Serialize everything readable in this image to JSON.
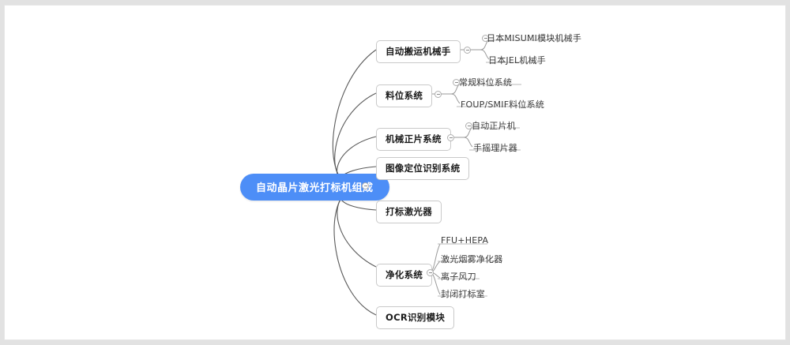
{
  "app": {
    "type": "mindmap",
    "background_color": "#e2e2e2",
    "canvas_color": "#ffffff"
  },
  "colors": {
    "root_fill": "#4d8ef7",
    "root_text": "#ffffff",
    "node_border": "#c9c9c9",
    "node_text": "#1b1b1b",
    "leaf_text": "#3a3a3a",
    "link_stroke": "#5a5a5a",
    "underline": "#b9b9b9"
  },
  "mindmap": {
    "root": {
      "label": "自动晶片激光打标机组成",
      "toggle": "collapse-toggle"
    },
    "branches": [
      {
        "label": "自动搬运机械手",
        "toggle": "collapse-toggle",
        "children": [
          {
            "label": "日本MISUMI模块机械手"
          },
          {
            "label": "日本JEL机械手"
          }
        ]
      },
      {
        "label": "料位系统",
        "toggle": "collapse-toggle",
        "children": [
          {
            "label": "常规料位系统"
          },
          {
            "label": "FOUP/SMIF料位系统"
          }
        ]
      },
      {
        "label": "机械正片系统",
        "toggle": "collapse-toggle",
        "children": [
          {
            "label": "自动正片机"
          },
          {
            "label": "手摇理片器"
          }
        ]
      },
      {
        "label": "图像定位识别系统",
        "children": []
      },
      {
        "label": "打标激光器",
        "children": []
      },
      {
        "label": "净化系统",
        "toggle": "collapse-toggle",
        "children": [
          {
            "label": "FFU+HEPA"
          },
          {
            "label": "激光烟雾净化器"
          },
          {
            "label": "离子风刀"
          },
          {
            "label": "封闭打标室"
          }
        ]
      },
      {
        "label": "OCR识别模块",
        "children": []
      }
    ]
  }
}
